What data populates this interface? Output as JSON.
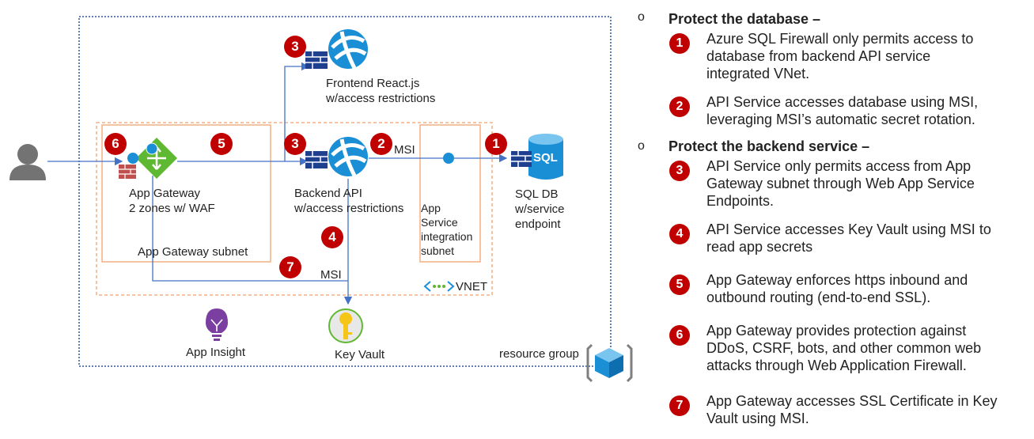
{
  "diagram": {
    "labels": {
      "frontend": [
        "Frontend React.js",
        "w/access restrictions"
      ],
      "backend": [
        "Backend API",
        "w/access restrictions"
      ],
      "app_gateway": [
        "App Gateway",
        "2 zones w/ WAF"
      ],
      "app_gateway_subnet": "App Gateway subnet",
      "integration_subnet": [
        "App",
        "Service",
        "integration",
        "subnet"
      ],
      "sql_db": [
        "SQL DB",
        "w/service",
        "endpoint"
      ],
      "msi_top": "MSI",
      "msi_bottom": "MSI",
      "vnet": "VNET",
      "app_insight": "App Insight",
      "key_vault": "Key Vault",
      "resource_group": "resource group",
      "sql_icon_text": "SQL"
    },
    "badges": {
      "frontend": "3",
      "backend": "3",
      "msi": "2",
      "sql": "1",
      "waf": "6",
      "https": "5",
      "keyvault_api": "4",
      "keyvault_gw": "7"
    }
  },
  "legend": {
    "bullet": "o",
    "sections": [
      {
        "title": "Protect the database –",
        "items": [
          {
            "num": "1",
            "lines": [
              "Azure SQL Firewall only permits access to",
              "database from backend API service",
              "integrated VNet."
            ]
          },
          {
            "num": "2",
            "lines": [
              "API Service accesses database using MSI,",
              "leveraging MSI’s automatic secret rotation."
            ]
          }
        ]
      },
      {
        "title": "Protect the backend service –",
        "items": [
          {
            "num": "3",
            "lines": [
              "API Service only permits access from App",
              "Gateway subnet through Web App Service",
              "Endpoints."
            ]
          },
          {
            "num": "4",
            "lines": [
              "API Service accesses Key Vault using MSI to",
              "read app secrets"
            ]
          },
          {
            "num": "5",
            "lines": [
              "App Gateway enforces https inbound and",
              "outbound routing (end-to-end SSL)."
            ]
          },
          {
            "num": "6",
            "lines": [
              "App Gateway provides protection against",
              "DDoS, CSRF, bots, and other common web",
              "attacks through Web Application Firewall."
            ]
          },
          {
            "num": "7",
            "lines": [
              "App Gateway accesses SSL Certificate in Key",
              "Vault using MSI."
            ]
          }
        ]
      }
    ]
  },
  "colors": {
    "badge": "#c00000",
    "connector": "#4472c4",
    "subnet_border": "#f4b183",
    "vnet_border": "#f4b183",
    "resource_group_border": "#2f5597",
    "azure_blue": "#1b8fd6",
    "firewall": "#1f3f8f"
  }
}
